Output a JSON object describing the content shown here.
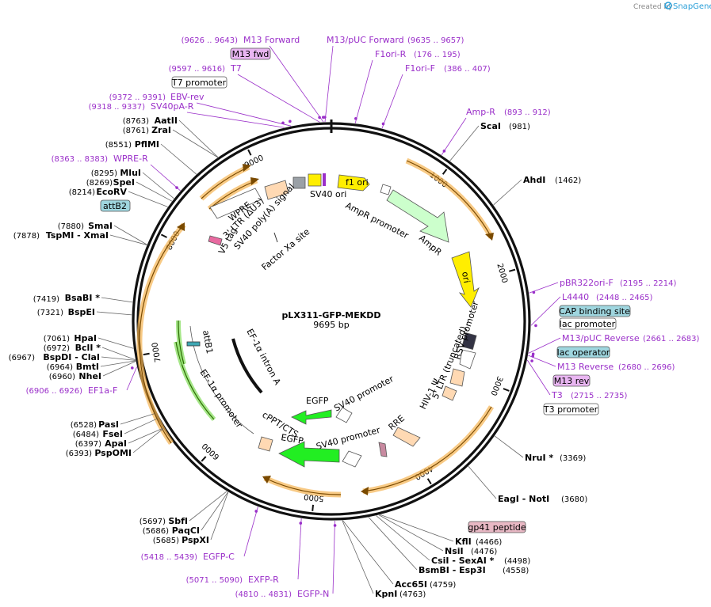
{
  "credit": {
    "prefix": "Created by",
    "brand": "SnapGene",
    "icon": "snapgene-logo-icon"
  },
  "map": {
    "name": "pLX311-GFP-MEKDD",
    "length_label": "9695 bp",
    "length": 9695,
    "ticks": [
      {
        "value": 1000,
        "label": "1000"
      },
      {
        "value": 2000,
        "label": "2000"
      },
      {
        "value": 3000,
        "label": "3000"
      },
      {
        "value": 4000,
        "label": "4000"
      },
      {
        "value": 5000,
        "label": "5000"
      },
      {
        "value": 6000,
        "label": "6000"
      },
      {
        "value": 7000,
        "label": "7000"
      },
      {
        "value": 8000,
        "label": "8000"
      },
      {
        "value": 9000,
        "label": "9000"
      }
    ]
  },
  "sites_left": [
    {
      "name": "AatII",
      "pos": "(8763)",
      "bp": 8763
    },
    {
      "name": "ZraI",
      "pos": "(8761)",
      "bp": 8761
    },
    {
      "name": "PflMI",
      "pos": "(8551)",
      "bp": 8551
    },
    {
      "name": "MluI",
      "pos": "(8295)",
      "bp": 8295
    },
    {
      "name": "SpeI",
      "pos": "(8269)",
      "bp": 8269
    },
    {
      "name": "EcoRV",
      "pos": "(8214)",
      "bp": 8214
    },
    {
      "name": "SmaI",
      "pos": "(7880)",
      "bp": 7880
    },
    {
      "name": "TspMI  -  XmaI",
      "pos": "(7878)",
      "bp": 7878
    },
    {
      "name": "BsaBI  *",
      "pos": "(7419)",
      "bp": 7419
    },
    {
      "name": "BspEI",
      "pos": "(7321)",
      "bp": 7321
    },
    {
      "name": "HpaI",
      "pos": "(7061)",
      "bp": 7061
    },
    {
      "name": "BclI  *",
      "pos": "(6972)",
      "bp": 6972
    },
    {
      "name": "BspDI  -  ClaI",
      "pos": "(6967)",
      "bp": 6967
    },
    {
      "name": "BmtI",
      "pos": "(6964)",
      "bp": 6964
    },
    {
      "name": "NheI",
      "pos": "(6960)",
      "bp": 6960
    },
    {
      "name": "PasI",
      "pos": "(6528)",
      "bp": 6528
    },
    {
      "name": "FseI",
      "pos": "(6484)",
      "bp": 6484
    },
    {
      "name": "ApaI",
      "pos": "(6397)",
      "bp": 6397
    },
    {
      "name": "PspOMI",
      "pos": "(6393)",
      "bp": 6393
    },
    {
      "name": "SbfI",
      "pos": "(5697)",
      "bp": 5697
    },
    {
      "name": "PaqCI",
      "pos": "(5686)",
      "bp": 5686
    },
    {
      "name": "PspXI",
      "pos": "(5685)",
      "bp": 5685
    }
  ],
  "sites_right": [
    {
      "name": "ScaI",
      "pos": "(981)",
      "bp": 981
    },
    {
      "name": "AhdI",
      "pos": "(1462)",
      "bp": 1462
    },
    {
      "name": "NruI  *",
      "pos": "(3369)",
      "bp": 3369
    },
    {
      "name": "EagI  -  NotI",
      "pos": "(3680)",
      "bp": 3680
    },
    {
      "name": "KflI",
      "pos": "(4466)",
      "bp": 4466
    },
    {
      "name": "NsiI",
      "pos": "(4476)",
      "bp": 4476
    },
    {
      "name": "CsiI  -  SexAI  *",
      "pos": "(4498)",
      "bp": 4498
    },
    {
      "name": "BsmBI  -  Esp3I",
      "pos": "(4558)",
      "bp": 4558
    },
    {
      "name": "Acc65I",
      "pos": "(4759)",
      "bp": 4759
    },
    {
      "name": "KpnI",
      "pos": "(4763)",
      "bp": 4763
    }
  ],
  "primers": [
    {
      "name": "M13 Forward",
      "range": "(9626 .. 9643)",
      "bp": 9634
    },
    {
      "name": "M13/pUC Forward",
      "range": "(9635 .. 9657)",
      "bp": 9646
    },
    {
      "name": "F1ori-R",
      "range": "(176 .. 195)",
      "bp": 185
    },
    {
      "name": "F1ori-F",
      "range": "(386 .. 407)",
      "bp": 396
    },
    {
      "name": "T7",
      "range": "(9597 .. 9616)",
      "bp": 9606
    },
    {
      "name": "EBV-rev",
      "range": "(9372 .. 9391)",
      "bp": 9381
    },
    {
      "name": "SV40pA-R",
      "range": "(9318 .. 9337)",
      "bp": 9327
    },
    {
      "name": "WPRE-R",
      "range": "(8363 .. 8383)",
      "bp": 8373
    },
    {
      "name": "Amp-R",
      "range": "(893 .. 912)",
      "bp": 902
    },
    {
      "name": "pBR322ori-F",
      "range": "(2195 .. 2214)",
      "bp": 2204
    },
    {
      "name": "L4440",
      "range": "(2448 .. 2465)",
      "bp": 2456
    },
    {
      "name": "M13/pUC Reverse",
      "range": "(2661 .. 2683)",
      "bp": 2672
    },
    {
      "name": "M13 Reverse",
      "range": "(2680 .. 2696)",
      "bp": 2688
    },
    {
      "name": "T3",
      "range": "(2715 .. 2735)",
      "bp": 2725
    },
    {
      "name": "EF1a-F",
      "range": "(6906 .. 6926)",
      "bp": 6916
    },
    {
      "name": "EGFP-C",
      "range": "(5418 .. 5439)",
      "bp": 5428
    },
    {
      "name": "EXFP-R",
      "range": "(5071 .. 5090)",
      "bp": 5080
    },
    {
      "name": "EGFP-N",
      "range": "(4810 .. 4831)",
      "bp": 4820
    }
  ],
  "boxed_labels": [
    {
      "text": "M13 fwd",
      "style": "purple"
    },
    {
      "text": "T7 promoter",
      "style": "white"
    },
    {
      "text": "attB2",
      "style": "teal"
    },
    {
      "text": "CAP binding site",
      "style": "teal"
    },
    {
      "text": "lac promoter",
      "style": "white"
    },
    {
      "text": "lac operator",
      "style": "teal"
    },
    {
      "text": "M13 rev",
      "style": "purple"
    },
    {
      "text": "T3 promoter",
      "style": "white"
    },
    {
      "text": "gp41 peptide",
      "style": "pink"
    }
  ],
  "features": [
    {
      "text": "f1 ori"
    },
    {
      "text": "SV40 ori"
    },
    {
      "text": "AmpR promoter"
    },
    {
      "text": "AmpR"
    },
    {
      "text": "ori"
    },
    {
      "text": "RSV promoter"
    },
    {
      "text": "5' LTR (truncated)"
    },
    {
      "text": "HIV-1 Ψ"
    },
    {
      "text": "RRE"
    },
    {
      "text": "SV40 promoter"
    },
    {
      "text": "EGFP"
    },
    {
      "text": "SV40 promoter"
    },
    {
      "text": "EGFP"
    },
    {
      "text": "cPPT/CTS"
    },
    {
      "text": "EF-1α promoter"
    },
    {
      "text": "attB1"
    },
    {
      "text": "EF-1α intron A"
    },
    {
      "text": "WPRE"
    },
    {
      "text": "3' LTR (ΔU3)"
    },
    {
      "text": "SV40 poly(A) signal"
    },
    {
      "text": "V5 tag"
    },
    {
      "text": "Factor Xa site"
    }
  ],
  "colors": {
    "primer": "#9a2fc9",
    "yellow": "#ffee00",
    "green": "#22ee22",
    "light_green": "#ccffcc",
    "peach": "#ffd9b3",
    "orange_glow": "#f5b451",
    "teal_box": "#9fd6df",
    "purple_box": "#e9b6f2",
    "pink_box": "#e8b8c4"
  }
}
